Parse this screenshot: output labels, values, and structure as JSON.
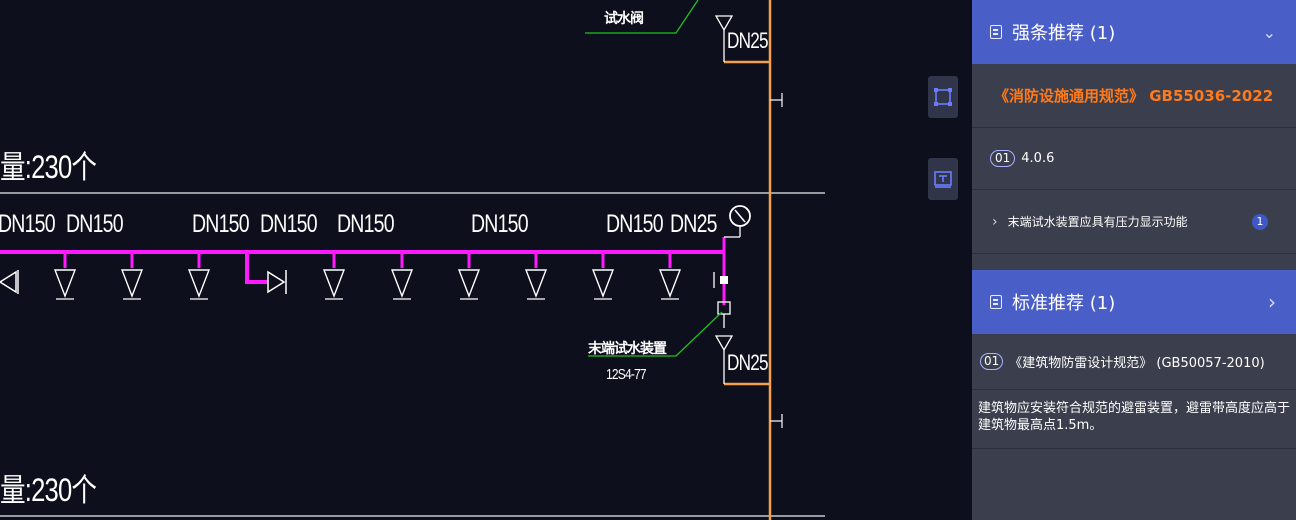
{
  "canvas": {
    "top_label": "试水阀",
    "top_pipe_size": "DN25",
    "counts": [
      "量:230个",
      "量:230个"
    ],
    "pipe_sizes": [
      "DN150",
      "DN150",
      "DN150",
      "DN150",
      "DN150",
      "DN150",
      "DN150",
      "DN25"
    ],
    "device_label": "末端试水装置",
    "device_code": "12S4-77",
    "bottom_pipe_size": "DN25",
    "colors": {
      "background": "#0d0f1c",
      "main_pipe": "#ff19ff",
      "riser": "#f5a04a",
      "leader": "#1fc21f",
      "divider": "#c8c8c8"
    }
  },
  "toolbar": {
    "select_tool_icon": "selection-frame-icon",
    "panel_toggle_icon": "panel-toggle-icon"
  },
  "panel": {
    "mandatory": {
      "title": "强条推荐 (1)",
      "chevron": "⌄",
      "code_title": "《消防设施通用规范》 GB55036-2022",
      "clause_num": "01",
      "clause": "4.0.6",
      "item_text": "末端试水装置应具有压力显示功能",
      "item_count": "1"
    },
    "standard": {
      "title": "标准推荐 (1)",
      "chevron": "›",
      "ref_num": "01",
      "ref_title": "《建筑物防雷设计规范》 (GB50057-2010)",
      "ref_text": "建筑物应安装符合规范的避雷装置，避雷带高度应高于建筑物最高点1.5m。"
    },
    "colors": {
      "header": "#4a5ec8",
      "panel_bg": "#3b3e4c",
      "accent_orange": "#ff7a1a"
    }
  }
}
